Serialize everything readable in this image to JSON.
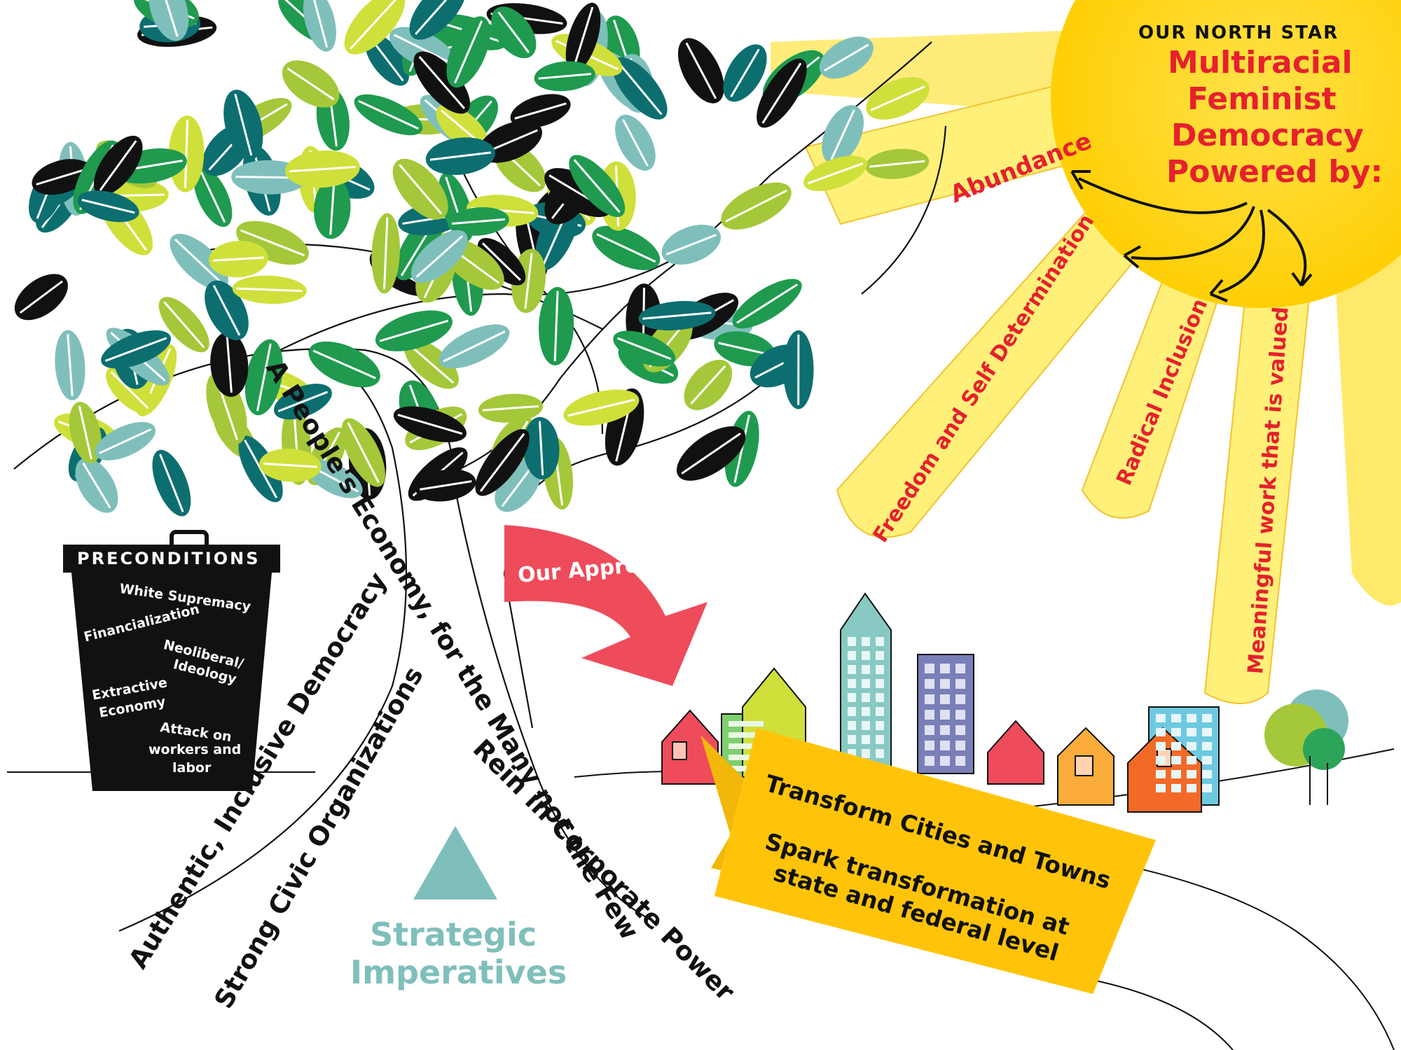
{
  "north_star": {
    "header": "OUR NORTH STAR",
    "title_lines": [
      "Multiracial",
      "Feminist",
      "Democracy",
      "Powered by:"
    ]
  },
  "rays": {
    "abundance": "Abundance",
    "freedom": "Freedom and Self Determination",
    "inclusion": "Radical Inclusion",
    "work": "Meaningful work that is valued"
  },
  "preconditions": {
    "title": "PRECONDITIONS",
    "items": [
      "White Supremacy",
      "Financialization",
      "Neoliberal/",
      "Ideology",
      "Extractive",
      "Economy",
      "Attack on",
      "workers and",
      "labor"
    ]
  },
  "branches": {
    "peoples_economy": "A People's Economy, for the Many not the Few",
    "corporate": "Rein in Corporate Power",
    "democracy": "Authentic, Inclusive Democracy",
    "civic": "Strong Civic Organizations"
  },
  "approach": {
    "label": "Our Approach"
  },
  "imperatives": {
    "line1": "Strategic",
    "line2": "Imperatives"
  },
  "city_banner": {
    "line1": "Transform Cities and Towns",
    "line2a": "Spark transformation at",
    "line2b": "state and federal level"
  },
  "colors": {
    "sun": "#ffd20a",
    "ray": "#fff07a",
    "red_text": "#e5212e",
    "teal": "#7fbfbb",
    "banner": "#ffc409",
    "arrow": "#ee4b5b"
  }
}
